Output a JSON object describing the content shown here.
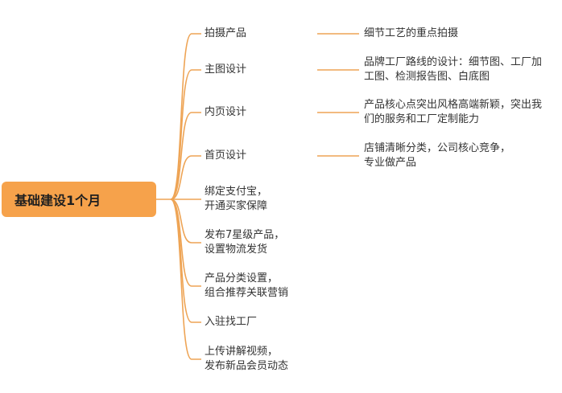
{
  "root": {
    "label": "基础建设1个月"
  },
  "colors": {
    "root_fill": "#f6a24b",
    "connector": "#eea455",
    "text": "#333333"
  },
  "branches": [
    {
      "lines": [
        "拍摄产品"
      ],
      "detail": [
        "细节工艺的重点拍摄"
      ]
    },
    {
      "lines": [
        "主图设计"
      ],
      "detail": [
        "品牌工厂路线的设计：细节图、工厂加",
        "工图、检测报告图、白底图"
      ]
    },
    {
      "lines": [
        "内页设计"
      ],
      "detail": [
        "产品核心点突出风格高端新颖，突出我",
        "们的服务和工厂定制能力"
      ]
    },
    {
      "lines": [
        "首页设计"
      ],
      "detail": [
        "店铺清晰分类，公司核心竞争，",
        "专业做产品"
      ]
    },
    {
      "lines": [
        "绑定支付宝，",
        "开通买家保障"
      ]
    },
    {
      "lines": [
        "发布7星级产品，",
        "设置物流发货"
      ]
    },
    {
      "lines": [
        "产品分类设置，",
        "组合推荐关联营销"
      ]
    },
    {
      "lines": [
        "入驻找工厂"
      ]
    },
    {
      "lines": [
        "上传讲解视频，",
        "发布新品会员动态"
      ]
    }
  ]
}
